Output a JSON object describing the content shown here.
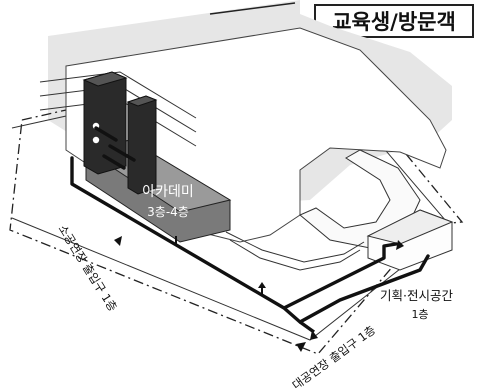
{
  "title": "교육생/방문객",
  "labels": {
    "academy_name": "아카데미",
    "academy_floors": "3층-4층",
    "small_hall_entrance": "소공연장 출입구 1층",
    "large_hall_entrance": "대공연장 출입구 1층",
    "exhibition_name": "기획·전시공간",
    "exhibition_floor": "1층"
  }
}
